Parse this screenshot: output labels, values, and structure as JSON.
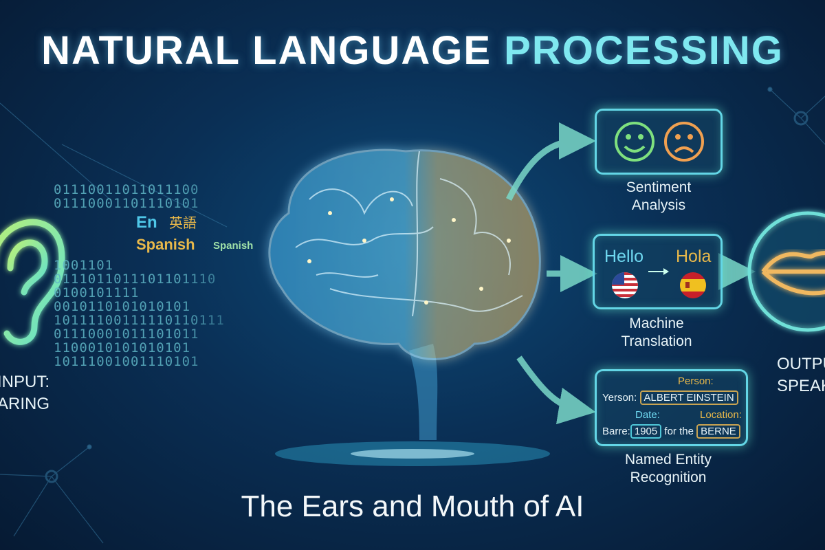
{
  "title": {
    "part1": "NATURAL LANGUAGE",
    "part2": "PROCESSING"
  },
  "subtitle": "The Ears and Mouth of AI",
  "input": {
    "line1": "INPUT:",
    "line2": "HEARING",
    "icon": "ear-icon"
  },
  "output": {
    "line1": "OUTPUT:",
    "line2": "SPEAKING",
    "icon": "lips-icon"
  },
  "binary_stream": [
    "01110011011011100",
    "01110001101110101",
    "1001101      ",
    "0111011011101101110",
    "0100101111          ",
    "0010110101010101",
    "10111100111110110111",
    "01110001011101011",
    "1100010101010101",
    "10111001001110101"
  ],
  "languages": {
    "en": "En",
    "jp": "英語",
    "spanish_large": "Spanish",
    "spanish_small": "Spanish"
  },
  "sentiment": {
    "label1": "Sentiment",
    "label2": "Analysis",
    "icons": [
      "happy-face-icon",
      "sad-face-icon"
    ]
  },
  "translation": {
    "source": "Hello",
    "target": "Hola",
    "label1": "Machine",
    "label2": "Translation",
    "icons": [
      "us-flag-icon",
      "spain-flag-icon"
    ]
  },
  "ner": {
    "person_tag": "Person:",
    "row1_prefix": "Yerson:",
    "person": "ALBERT EINSTEIN",
    "date_tag": "Date:",
    "location_tag": "Location:",
    "row2_prefix": "Barre:",
    "date": "1905",
    "middle": "for the",
    "location": "BERNE",
    "label1": "Named Entity",
    "label2": "Recognition"
  },
  "colors": {
    "accent": "#7fe8f0",
    "gold": "#e8b84a",
    "happy": "#7ee07e",
    "sad": "#f0a050"
  }
}
